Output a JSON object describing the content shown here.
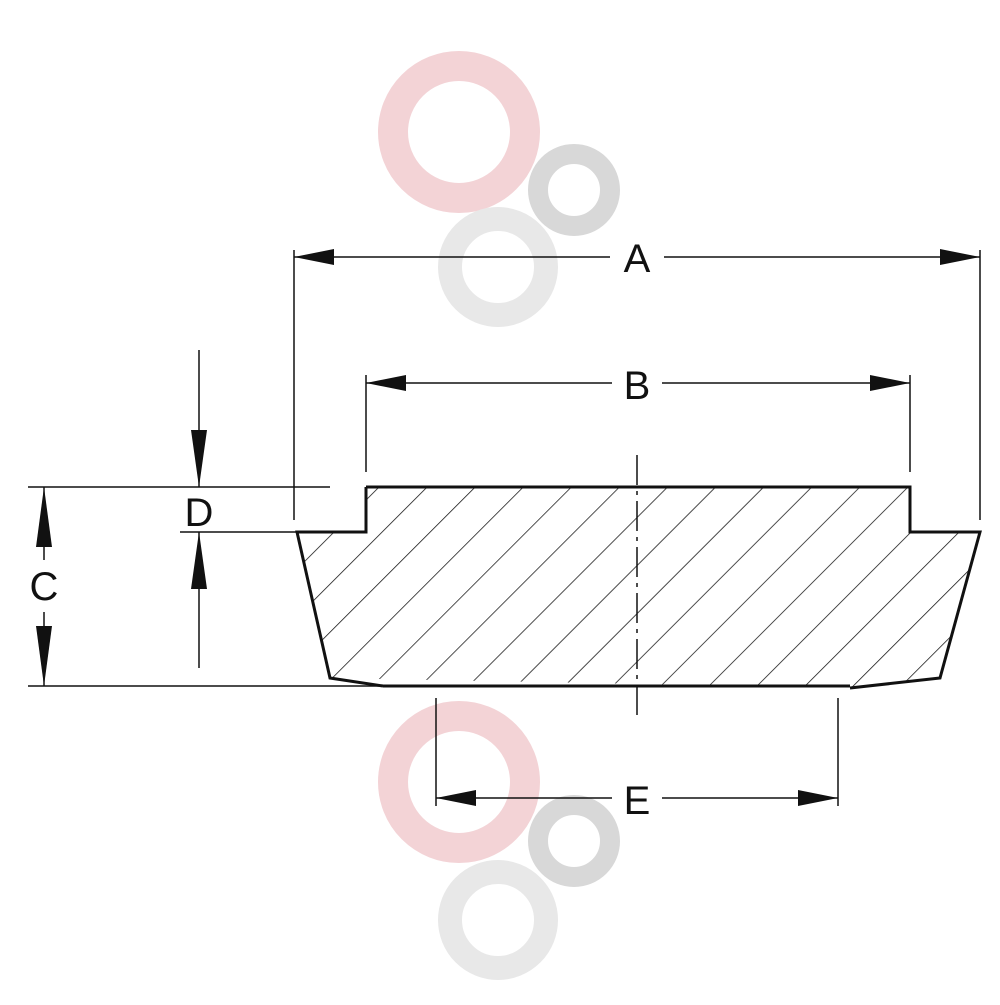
{
  "diagram": {
    "labels": {
      "a": "A",
      "b": "B",
      "c": "C",
      "d": "D",
      "e": "E"
    },
    "colors": {
      "line": "#111111",
      "watermark_red": "#f3d3d6",
      "watermark_gray": "#d8d8d8",
      "watermark_light": "#e8e8e8"
    }
  }
}
